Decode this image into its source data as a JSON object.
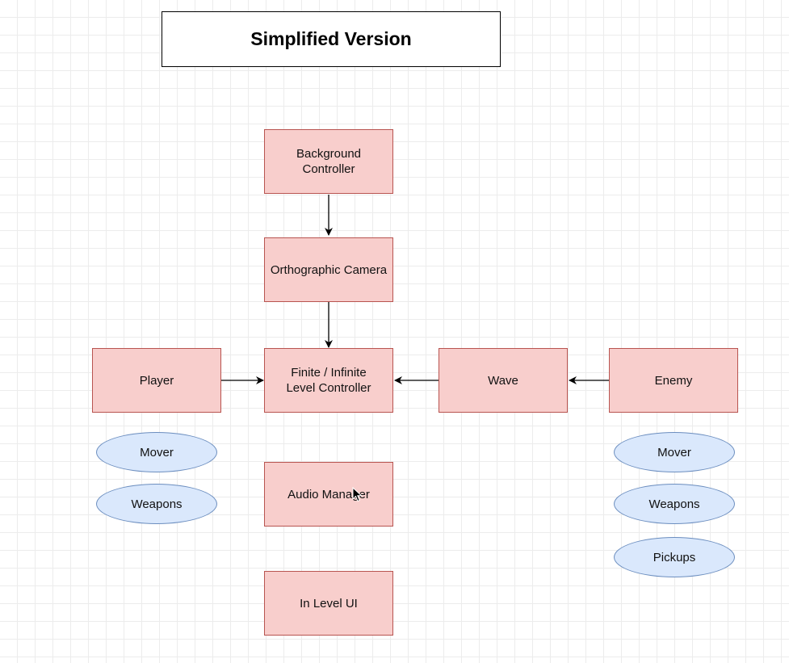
{
  "title": "Simplified Version",
  "nodes": {
    "background_controller": "Background\nController",
    "orthographic_camera": "Orthographic Camera",
    "level_controller": "Finite / Infinite\nLevel Controller",
    "player": "Player",
    "wave": "Wave",
    "enemy": "Enemy",
    "audio_manager": "Audio Manager",
    "in_level_ui": "In Level UI"
  },
  "player_components": [
    "Mover",
    "Weapons"
  ],
  "enemy_components": [
    "Mover",
    "Weapons",
    "Pickups"
  ],
  "colors": {
    "node_fill": "#f8cecc",
    "node_stroke": "#b85450",
    "oval_fill": "#dae8fc",
    "oval_stroke": "#6c8ebf",
    "grid": "#ececec"
  }
}
